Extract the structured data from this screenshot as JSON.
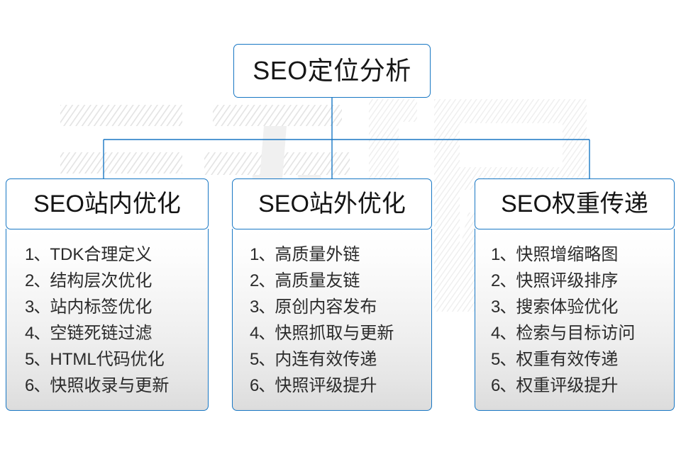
{
  "diagram": {
    "title": "SEO定位分析",
    "watermark_text": "云无限",
    "accent_color": "#1877c4",
    "text_color": "#1a1a1a",
    "body_gradient_top": "#ffffff",
    "body_gradient_bottom": "#dcdcdc",
    "root": {
      "label": "SEO定位分析"
    },
    "columns": [
      {
        "header": "SEO站内优化",
        "items": [
          {
            "index": "1、",
            "text": "TDK合理定义"
          },
          {
            "index": "2、",
            "text": "结构层次优化"
          },
          {
            "index": "3、",
            "text": "站内标签优化"
          },
          {
            "index": "4、",
            "text": "空链死链过滤"
          },
          {
            "index": "5、",
            "text": "HTML代码优化"
          },
          {
            "index": "6、",
            "text": "快照收录与更新"
          }
        ]
      },
      {
        "header": "SEO站外优化",
        "items": [
          {
            "index": "1、",
            "text": "高质量外链"
          },
          {
            "index": "2、",
            "text": "高质量友链"
          },
          {
            "index": "3、",
            "text": "原创内容发布"
          },
          {
            "index": "4、",
            "text": "快照抓取与更新"
          },
          {
            "index": "5、",
            "text": "内连有效传递"
          },
          {
            "index": "6、",
            "text": "快照评级提升"
          }
        ]
      },
      {
        "header": "SEO权重传递",
        "items": [
          {
            "index": "1、",
            "text": "快照增缩略图"
          },
          {
            "index": "2、",
            "text": "快照评级排序"
          },
          {
            "index": "3、",
            "text": "搜索体验优化"
          },
          {
            "index": "4、",
            "text": "检索与目标访问"
          },
          {
            "index": "5、",
            "text": "权重有效传递"
          },
          {
            "index": "6、",
            "text": "权重评级提升"
          }
        ]
      }
    ]
  }
}
